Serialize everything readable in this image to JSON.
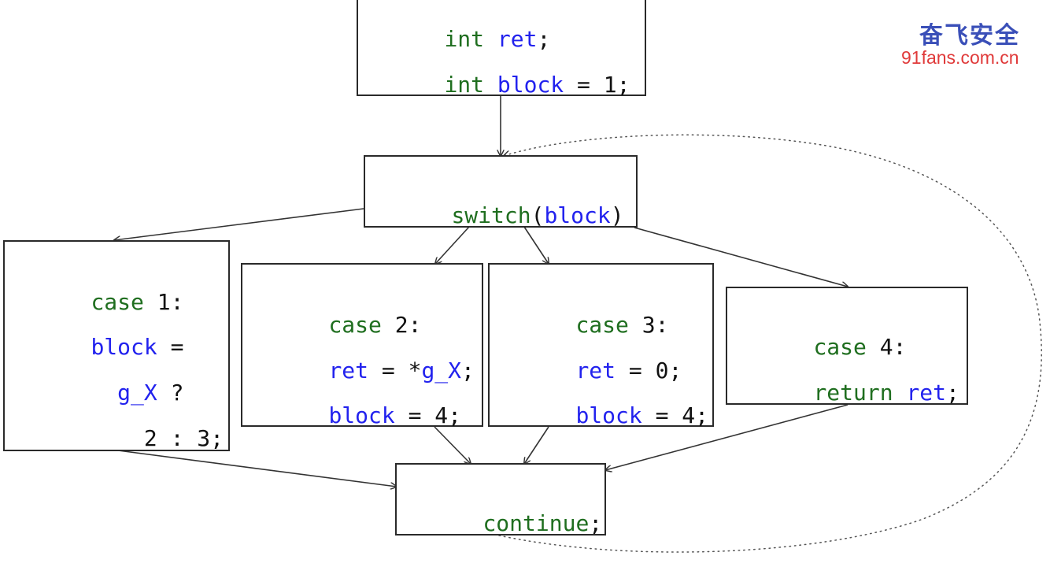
{
  "watermark": {
    "title": "奋飞安全",
    "url": "91fans.com.cn",
    "title_color": "#3a4fb8",
    "url_color": "#e03a3a"
  },
  "colors": {
    "keyword": "#1f6e1f",
    "identifier": "#2222ee",
    "plain": "#111111",
    "border": "#2a2a2a",
    "edge": "#333333"
  },
  "nodes": {
    "entry": {
      "lines": [
        [
          {
            "t": "int",
            "c": "kw"
          },
          {
            "t": " ",
            "c": "pl"
          },
          {
            "t": "ret",
            "c": "id"
          },
          {
            "t": ";",
            "c": "pl"
          }
        ],
        [
          {
            "t": "int",
            "c": "kw"
          },
          {
            "t": " ",
            "c": "pl"
          },
          {
            "t": "block",
            "c": "id"
          },
          {
            "t": " = 1;",
            "c": "pl"
          }
        ]
      ]
    },
    "switch": {
      "lines": [
        [
          {
            "t": "switch",
            "c": "kw"
          },
          {
            "t": "(",
            "c": "pl"
          },
          {
            "t": "block",
            "c": "id"
          },
          {
            "t": ")",
            "c": "pl"
          }
        ]
      ]
    },
    "case1": {
      "lines": [
        [
          {
            "t": "case",
            "c": "kw"
          },
          {
            "t": " 1:",
            "c": "pl"
          }
        ],
        [
          {
            "t": "block",
            "c": "id"
          },
          {
            "t": " =",
            "c": "pl"
          }
        ],
        [
          {
            "t": "  ",
            "c": "pl"
          },
          {
            "t": "g_X",
            "c": "id"
          },
          {
            "t": " ?",
            "c": "pl"
          }
        ],
        [
          {
            "t": "    2 : 3;",
            "c": "pl"
          }
        ]
      ]
    },
    "case2": {
      "lines": [
        [
          {
            "t": "case",
            "c": "kw"
          },
          {
            "t": " 2:",
            "c": "pl"
          }
        ],
        [
          {
            "t": "ret",
            "c": "id"
          },
          {
            "t": " = *",
            "c": "pl"
          },
          {
            "t": "g_X",
            "c": "id"
          },
          {
            "t": ";",
            "c": "pl"
          }
        ],
        [
          {
            "t": "block",
            "c": "id"
          },
          {
            "t": " = 4;",
            "c": "pl"
          }
        ]
      ]
    },
    "case3": {
      "lines": [
        [
          {
            "t": "case",
            "c": "kw"
          },
          {
            "t": " 3:",
            "c": "pl"
          }
        ],
        [
          {
            "t": "ret",
            "c": "id"
          },
          {
            "t": " = 0;",
            "c": "pl"
          }
        ],
        [
          {
            "t": "block",
            "c": "id"
          },
          {
            "t": " = 4;",
            "c": "pl"
          }
        ]
      ]
    },
    "case4": {
      "lines": [
        [
          {
            "t": "case",
            "c": "kw"
          },
          {
            "t": " 4:",
            "c": "pl"
          }
        ],
        [
          {
            "t": "return",
            "c": "kw"
          },
          {
            "t": " ",
            "c": "pl"
          },
          {
            "t": "ret",
            "c": "id"
          },
          {
            "t": ";",
            "c": "pl"
          }
        ]
      ]
    },
    "continue": {
      "lines": [
        [
          {
            "t": "continue",
            "c": "kw"
          },
          {
            "t": ";",
            "c": "pl"
          }
        ]
      ]
    }
  },
  "edges": [
    {
      "from": "entry",
      "to": "switch"
    },
    {
      "from": "switch",
      "to": "case1"
    },
    {
      "from": "switch",
      "to": "case2"
    },
    {
      "from": "switch",
      "to": "case3"
    },
    {
      "from": "switch",
      "to": "case4"
    },
    {
      "from": "case1",
      "to": "continue"
    },
    {
      "from": "case2",
      "to": "continue"
    },
    {
      "from": "case3",
      "to": "continue"
    },
    {
      "from": "case4",
      "to": "continue"
    },
    {
      "from": "continue",
      "to": "switch",
      "style": "dotted"
    }
  ]
}
